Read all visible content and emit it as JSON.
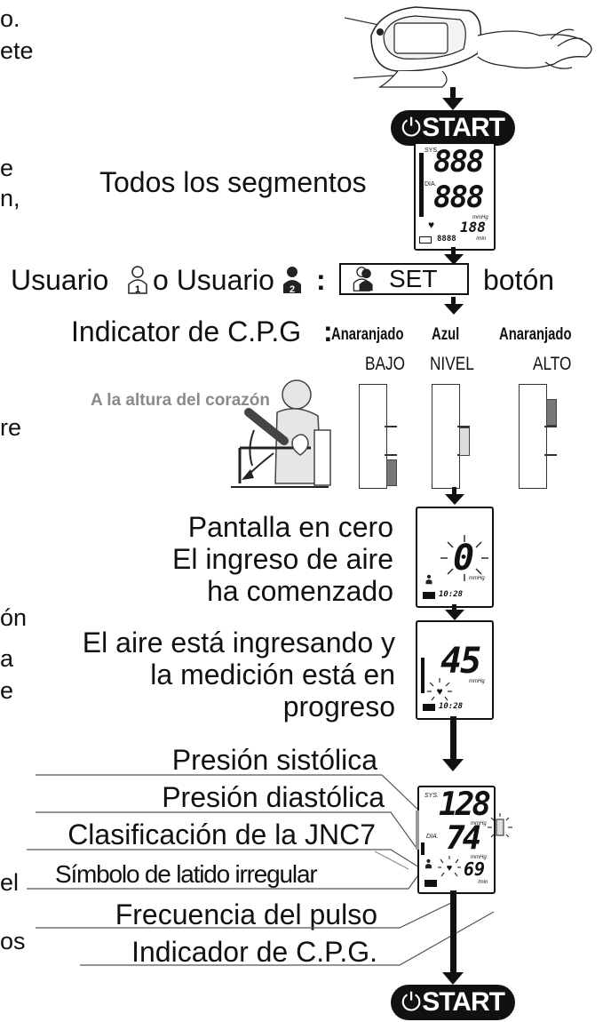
{
  "left_fragments": [
    "o.",
    "ete",
    "e",
    "n,",
    "re",
    "ón",
    "a",
    "e",
    "el",
    "os"
  ],
  "start_button": {
    "label": "START"
  },
  "all_segments_label": "Todos los segmentos",
  "user_row": {
    "part1": "Usuario",
    "part2": "o Usuario",
    "colon": ":",
    "set_label": "SET",
    "boton": "botón"
  },
  "cpg": {
    "label": "Indicator de C.P.G",
    "colon": ":",
    "colors": [
      "Anaranjado",
      "Azul",
      "Anaranjado"
    ],
    "levels": [
      "BAJO",
      "NIVEL",
      "ALTO"
    ],
    "heart_label": "A la altura del corazón",
    "accent_color": "#8a8a8a"
  },
  "step_zero": {
    "lines": [
      "Pantalla en cero",
      "El ingreso de aire",
      "ha comenzado"
    ],
    "display_value": "0",
    "time": "10:28"
  },
  "step_inflating": {
    "lines": [
      "El aire está ingresando y",
      "la medición está en",
      "progreso"
    ],
    "display_value": "45",
    "time": "10:28"
  },
  "results": {
    "labels": [
      "Presión sistólica",
      "Presión diastólica",
      "Clasificación de la JNC7",
      "Símbolo de latido irregular",
      "Frecuencia del pulso",
      "Indicador de C.P.G."
    ],
    "systolic": "128",
    "diastolic": "74",
    "pulse": "69",
    "sys_tag": "SYS.",
    "dia_tag": "DIA.",
    "unit": "mmHg",
    "pulse_unit": "/min"
  },
  "display_all": {
    "top": "888",
    "bottom": "888",
    "small": "188",
    "tiny": "8888",
    "sys_tag": "SYS.",
    "dia_tag": "DIA.",
    "unit": "mmHg",
    "pulse_unit": "/min"
  }
}
